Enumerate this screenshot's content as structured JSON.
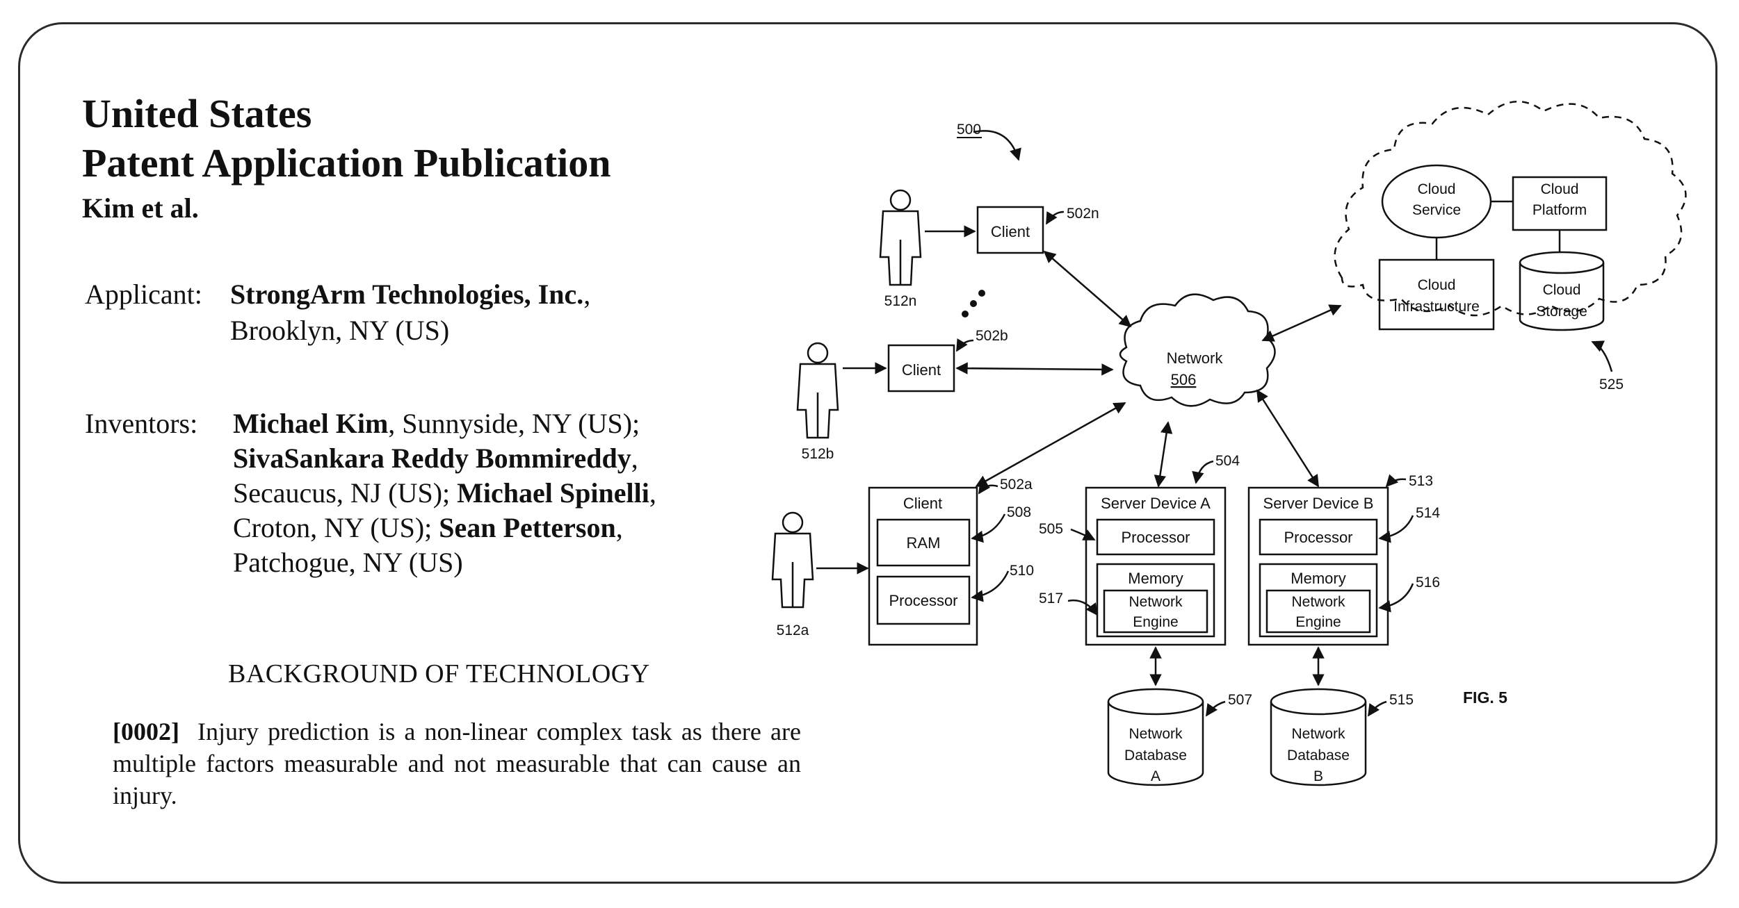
{
  "header": {
    "title_line1": "United States",
    "title_line2": "Patent Application Publication",
    "authors": "Kim et al."
  },
  "applicant": {
    "label": "Applicant:",
    "name": "StrongArm Technologies, Inc.",
    "name_suffix": ",",
    "location": "Brooklyn, NY (US)"
  },
  "inventors": {
    "label": "Inventors:",
    "i1_name": "Michael Kim",
    "i1_loc": ", Sunnyside, NY (US);",
    "i2_name": "SivaSankara Reddy Bommireddy",
    "i2_sep": ",",
    "i2_loc": "Secaucus, NJ (US); ",
    "i3_name": "Michael Spinelli",
    "i3_sep": ",",
    "i3_loc": "Croton, NY (US); ",
    "i4_name": "Sean Petterson",
    "i4_sep": ",",
    "i4_loc": "Patchogue, NY (US)"
  },
  "background": {
    "heading": "BACKGROUND OF TECHNOLOGY",
    "para_num": "[0002]",
    "para_text": "Injury prediction is a non-linear complex task as there are multiple factors measurable and not measurable that can cause an injury."
  },
  "figure": {
    "fig_label": "FIG. 5",
    "ref_500": "500",
    "client_label": "Client",
    "ref_502n": "502n",
    "ref_502b": "502b",
    "ref_502a": "502a",
    "ref_512n": "512n",
    "ref_512b": "512b",
    "ref_512a": "512a",
    "network_label": "Network",
    "ref_506": "506",
    "ram_label": "RAM",
    "ref_508": "508",
    "processor_label": "Processor",
    "ref_510": "510",
    "server_a_label": "Server Device A",
    "server_b_label": "Server Device B",
    "ref_504": "504",
    "ref_513": "513",
    "ref_505": "505",
    "ref_514": "514",
    "memory_label": "Memory",
    "net_engine_l1": "Network",
    "net_engine_l2": "Engine",
    "ref_517": "517",
    "ref_516": "516",
    "db_l1": "Network",
    "db_l2": "Database",
    "db_a": "A",
    "db_b": "B",
    "ref_507": "507",
    "ref_515": "515",
    "cloud_service_l1": "Cloud",
    "cloud_service_l2": "Service",
    "cloud_platform_l1": "Cloud",
    "cloud_platform_l2": "Platform",
    "cloud_infra_l1": "Cloud",
    "cloud_infra_l2": "Infrastructure",
    "cloud_storage_l1": "Cloud",
    "cloud_storage_l2": "Storage",
    "ref_525": "525"
  }
}
